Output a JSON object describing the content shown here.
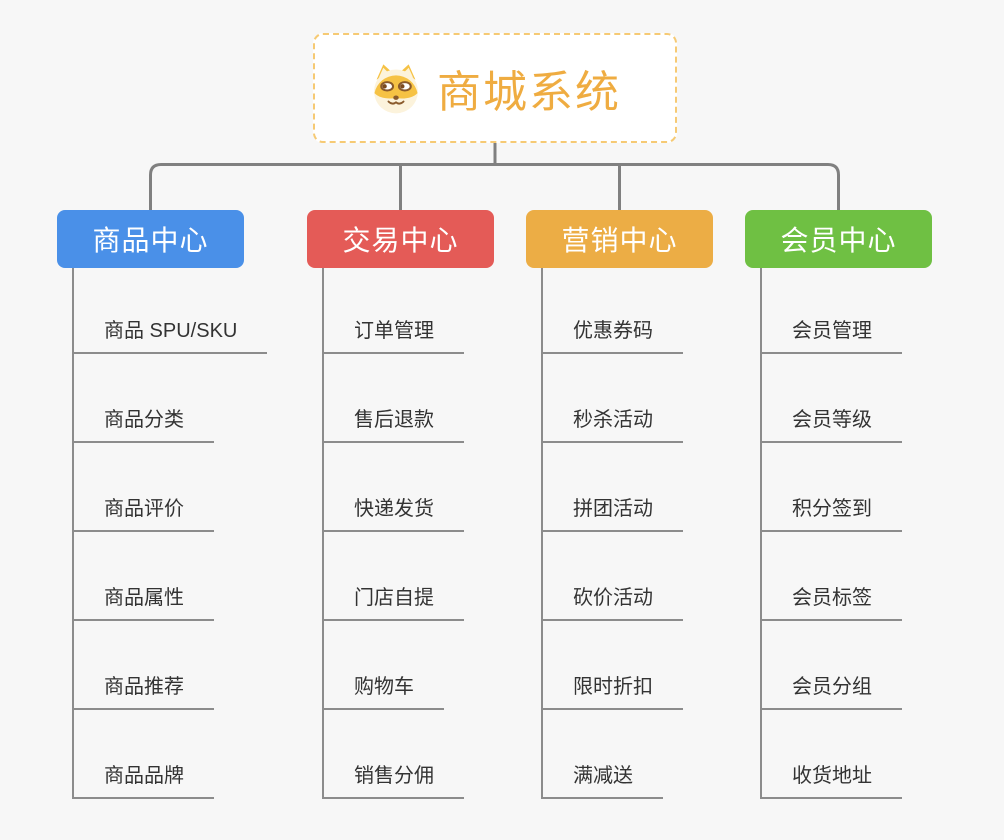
{
  "page": {
    "background_color": "#F7F7F7",
    "connector_color": "#808080",
    "leaf_line_color": "#8C8C8C"
  },
  "root": {
    "label": "商城系统",
    "text_color": "#EFAC41",
    "border_color": "#F6CA74",
    "icon": "dog-face-icon"
  },
  "branches": [
    {
      "label": "商品中心",
      "color": "#4A90E8",
      "children": [
        "商品 SPU/SKU",
        "商品分类",
        "商品评价",
        "商品属性",
        "商品推荐",
        "商品品牌"
      ]
    },
    {
      "label": "交易中心",
      "color": "#E45B57",
      "children": [
        "订单管理",
        "售后退款",
        "快递发货",
        "门店自提",
        "购物车",
        "销售分佣"
      ]
    },
    {
      "label": "营销中心",
      "color": "#ECAD45",
      "children": [
        "优惠券码",
        "秒杀活动",
        "拼团活动",
        "砍价活动",
        "限时折扣",
        "满减送"
      ]
    },
    {
      "label": "会员中心",
      "color": "#6FC043",
      "children": [
        "会员管理",
        "会员等级",
        "积分签到",
        "会员标签",
        "会员分组",
        "收货地址"
      ]
    }
  ]
}
